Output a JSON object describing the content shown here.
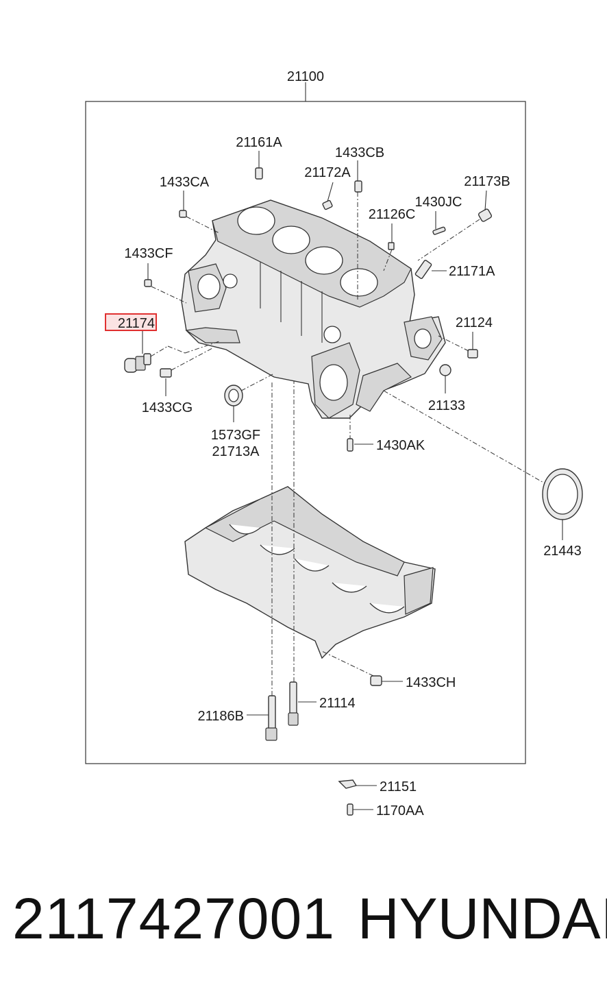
{
  "diagram": {
    "assembly_label": "21100",
    "highlighted_label": "21174",
    "labels": [
      "21161A",
      "1433CB",
      "21172A",
      "1433CA",
      "21173B",
      "1430JC",
      "21126C",
      "1433CF",
      "21171A",
      "21174",
      "21124",
      "1433CG",
      "21133",
      "1573GF",
      "21713A",
      "1430AK",
      "21443",
      "1433CH",
      "21114",
      "21186B",
      "21151",
      "1170AA"
    ],
    "highlight_color": "#e03030"
  },
  "footer": {
    "part_number": "2117427001",
    "brand": "HYUNDAI"
  }
}
